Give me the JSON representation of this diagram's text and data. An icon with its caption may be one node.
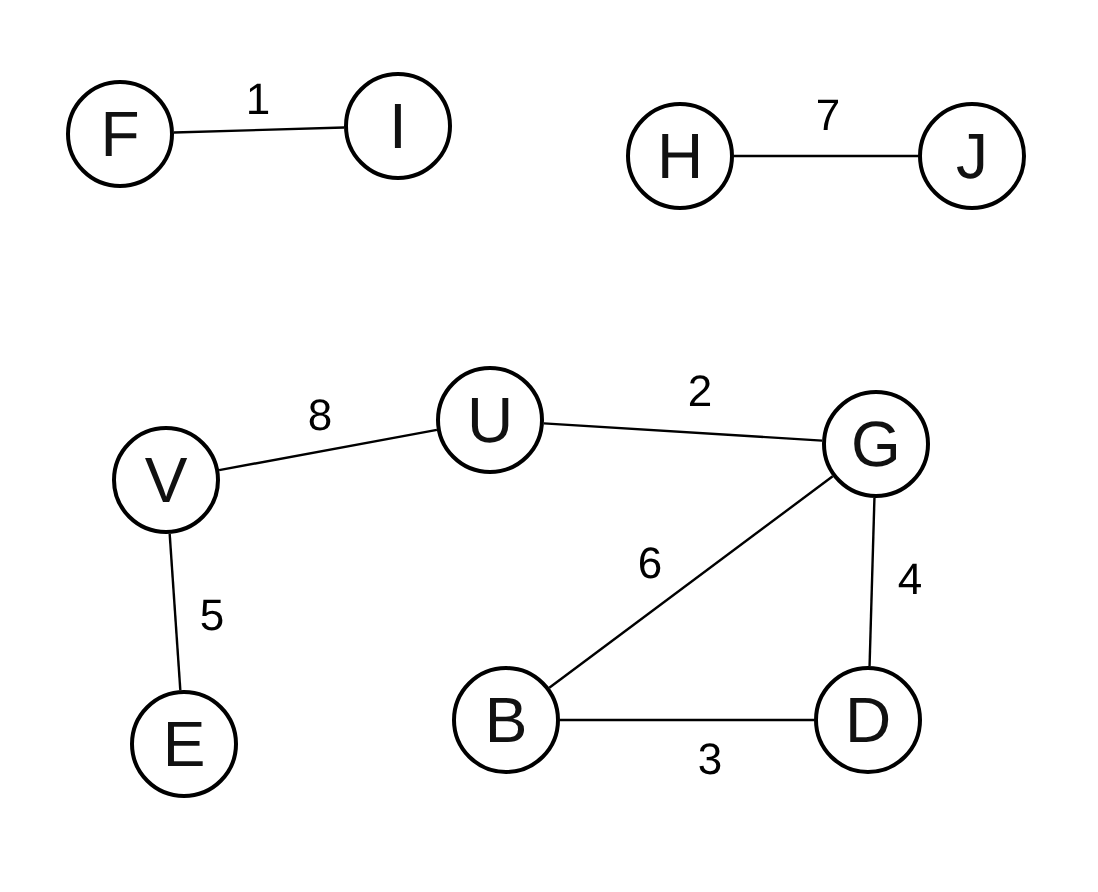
{
  "diagram": {
    "nodes": [
      {
        "text": [
          "F"
        ]
      },
      {
        "text": [
          "I"
        ]
      },
      {
        "text": [
          "H"
        ]
      },
      {
        "text": [
          "J"
        ]
      },
      {
        "text": [
          "V"
        ]
      },
      {
        "text": [
          "U"
        ]
      },
      {
        "text": [
          "G"
        ]
      },
      {
        "text": [
          "E"
        ]
      },
      {
        "text": [
          "B"
        ]
      },
      {
        "text": [
          "D"
        ]
      }
    ],
    "edges": [
      {
        "from": 0,
        "to": 1,
        "arrow": "none",
        "label": "1"
      },
      {
        "from": 2,
        "to": 3,
        "arrow": "none",
        "label": "7"
      },
      {
        "from": 4,
        "to": 5,
        "arrow": "none",
        "label": "8"
      },
      {
        "from": 5,
        "to": 6,
        "arrow": "none",
        "label": "2"
      },
      {
        "from": 4,
        "to": 7,
        "arrow": "none",
        "label": "5"
      },
      {
        "from": 8,
        "to": 6,
        "arrow": "none",
        "label": "6"
      },
      {
        "from": 6,
        "to": 9,
        "arrow": "none",
        "label": "4"
      },
      {
        "from": 8,
        "to": 9,
        "arrow": "none",
        "label": "3"
      }
    ]
  }
}
